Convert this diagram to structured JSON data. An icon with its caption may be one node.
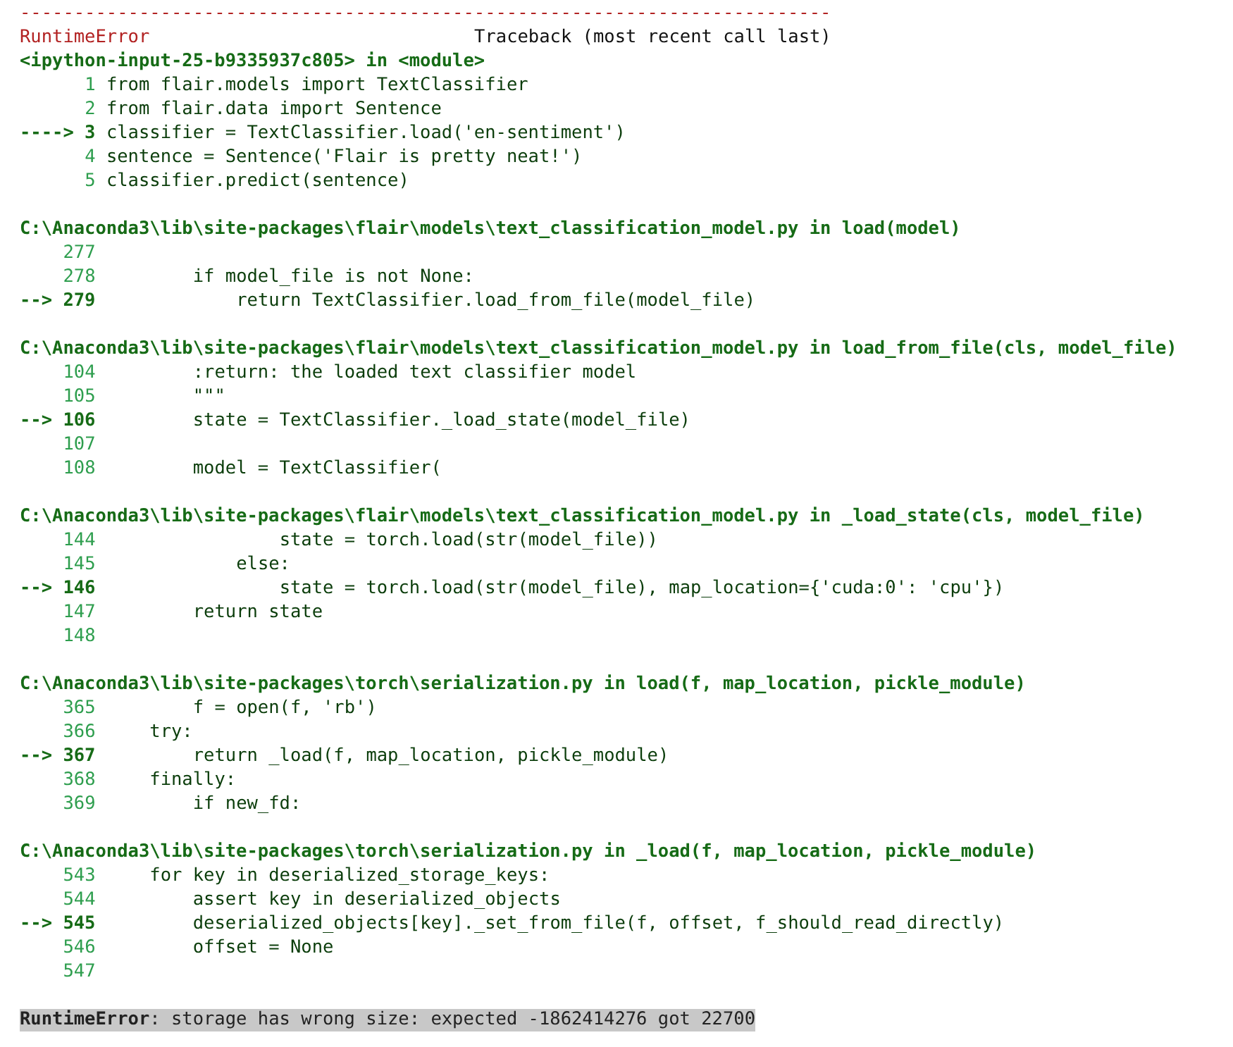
{
  "diagram": {
    "labels": [
      "---------------------------------------------------------------------------",
      "RuntimeError",
      "Traceback (most recent call last)",
      "<ipython-input-25-b9335937c805> in <module>",
      "1",
      "from flair.models import TextClassifier",
      "2",
      "from flair.data import Sentence",
      "----> 3",
      "classifier = TextClassifier.load('en-sentiment')",
      "4",
      "sentence = Sentence('Flair is pretty neat!')",
      "5",
      "classifier.predict(sentence)",
      "C:\\Anaconda3\\lib\\site-packages\\flair\\models\\text_classification_model.py in load(model)",
      "277",
      "278",
      "if model_file is not None:",
      "--> 279",
      "return TextClassifier.load_from_file(model_file)",
      "C:\\Anaconda3\\lib\\site-packages\\flair\\models\\text_classification_model.py in load_from_file(cls, model_file)",
      "104",
      ":return: the loaded text classifier model",
      "105",
      "\"\"\"",
      "--> 106",
      "state = TextClassifier._load_state(model_file)",
      "107",
      "108",
      "model = TextClassifier(",
      "C:\\Anaconda3\\lib\\site-packages\\flair\\models\\text_classification_model.py in _load_state(cls, model_file)",
      "144",
      "state = torch.load(str(model_file))",
      "145",
      "else:",
      "--> 146",
      "state = torch.load(str(model_file), map_location={'cuda:0': 'cpu'})",
      "147",
      "return state",
      "148",
      "C:\\Anaconda3\\lib\\site-packages\\torch\\serialization.py in load(f, map_location, pickle_module)",
      "365",
      "f = open(f, 'rb')",
      "366",
      "try:",
      "--> 367",
      "return _load(f, map_location, pickle_module)",
      "368",
      "finally:",
      "369",
      "if new_fd:",
      "C:\\Anaconda3\\lib\\site-packages\\torch\\serialization.py in _load(f, map_location, pickle_module)",
      "543",
      "for key in deserialized_storage_keys:",
      "544",
      "assert key in deserialized_objects",
      "--> 545",
      "deserialized_objects[key]._set_from_file(f, offset, f_should_read_directly)",
      "546",
      "offset = None",
      "547",
      "**RuntimeError**: storage has wrong size: expected -1862414276 got 22700"
    ]
  }
}
